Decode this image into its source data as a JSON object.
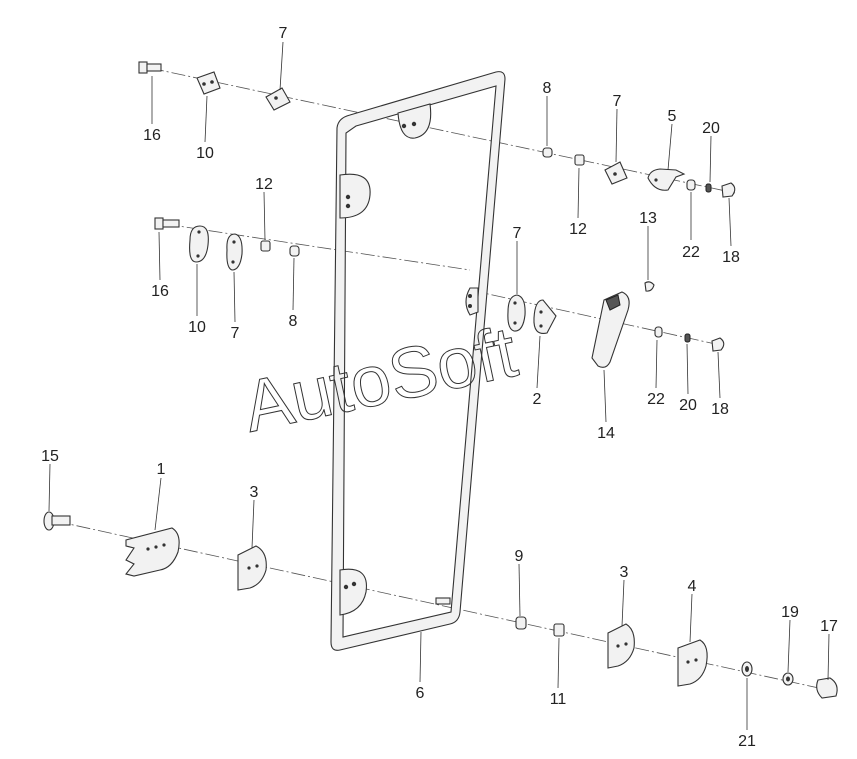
{
  "watermark": "AutoSoft",
  "callouts": [
    {
      "id": "c7a",
      "number": "7"
    },
    {
      "id": "c16a",
      "number": "16"
    },
    {
      "id": "c10a",
      "number": "10"
    },
    {
      "id": "c8a",
      "number": "8"
    },
    {
      "id": "c7b",
      "number": "7"
    },
    {
      "id": "c5",
      "number": "5"
    },
    {
      "id": "c20a",
      "number": "20"
    },
    {
      "id": "c12a",
      "number": "12"
    },
    {
      "id": "c22a",
      "number": "22"
    },
    {
      "id": "c18a",
      "number": "18"
    },
    {
      "id": "c12b",
      "number": "12"
    },
    {
      "id": "c13",
      "number": "13"
    },
    {
      "id": "c7c",
      "number": "7"
    },
    {
      "id": "c16b",
      "number": "16"
    },
    {
      "id": "c10b",
      "number": "10"
    },
    {
      "id": "c7d",
      "number": "7"
    },
    {
      "id": "c8b",
      "number": "8"
    },
    {
      "id": "c2",
      "number": "2"
    },
    {
      "id": "c22b",
      "number": "22"
    },
    {
      "id": "c20b",
      "number": "20"
    },
    {
      "id": "c18b",
      "number": "18"
    },
    {
      "id": "c14",
      "number": "14"
    },
    {
      "id": "c15",
      "number": "15"
    },
    {
      "id": "c1",
      "number": "1"
    },
    {
      "id": "c3a",
      "number": "3"
    },
    {
      "id": "c9",
      "number": "9"
    },
    {
      "id": "c3b",
      "number": "3"
    },
    {
      "id": "c4",
      "number": "4"
    },
    {
      "id": "c19",
      "number": "19"
    },
    {
      "id": "c17",
      "number": "17"
    },
    {
      "id": "c6",
      "number": "6"
    },
    {
      "id": "c11",
      "number": "11"
    },
    {
      "id": "c21",
      "number": "21"
    }
  ]
}
